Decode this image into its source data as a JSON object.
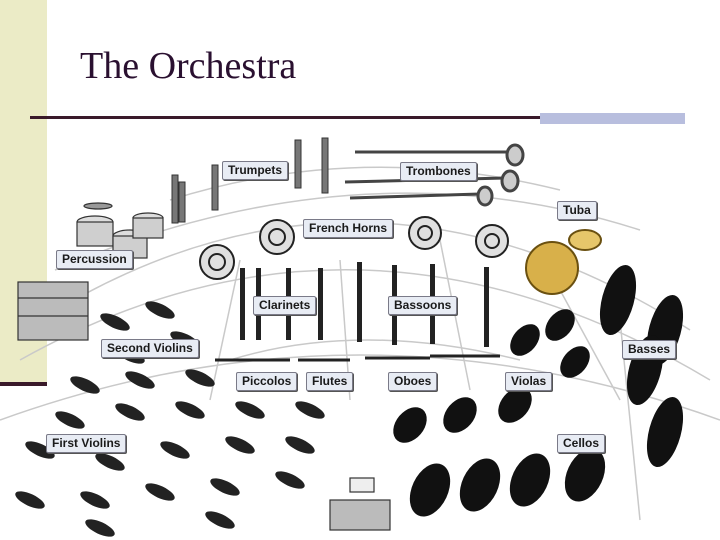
{
  "slide": {
    "title": "The Orchestra"
  },
  "sections": {
    "trumpets": "Trumpets",
    "trombones": "Trombones",
    "tuba": "Tuba",
    "french_horns": "French Horns",
    "percussion": "Percussion",
    "clarinets": "Clarinets",
    "bassoons": "Bassoons",
    "second_violins": "Second Violins",
    "basses": "Basses",
    "piccolos": "Piccolos",
    "flutes": "Flutes",
    "oboes": "Oboes",
    "violas": "Violas",
    "first_violins": "First Violins",
    "cellos": "Cellos"
  },
  "colors": {
    "accent_bar": "#ebebc6",
    "rule": "#3a1a2a",
    "rule_accent": "#b8bede",
    "title": "#2a1030"
  }
}
